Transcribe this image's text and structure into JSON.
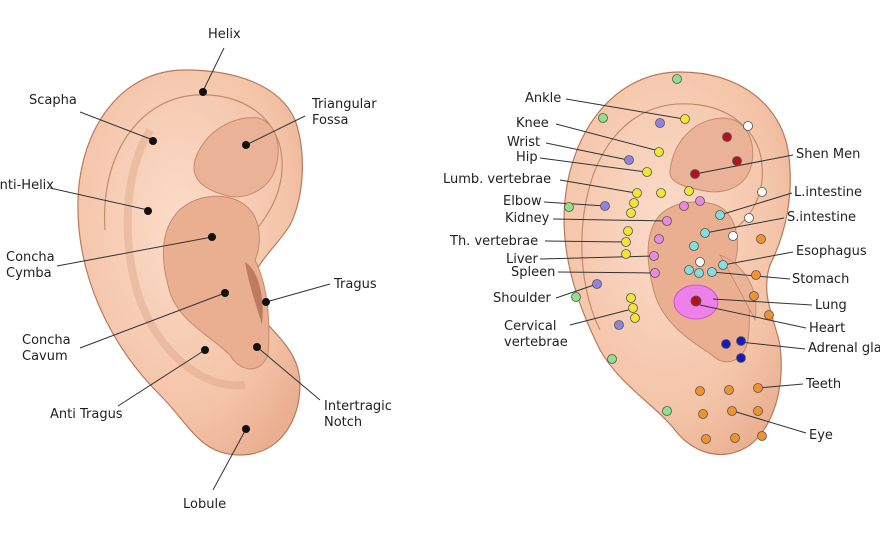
{
  "anatomy": {
    "helix": "Helix",
    "scapha": "Scapha",
    "triangular_fossa": [
      "Triangular",
      "Fossa"
    ],
    "anti_helix": "Anti-Helix",
    "concha_cymba": [
      "Concha",
      "Cymba"
    ],
    "tragus": "Tragus",
    "concha_cavum": [
      "Concha",
      "Cavum"
    ],
    "anti_tragus": "Anti Tragus",
    "intertragic_notch": [
      "Intertragic",
      "Notch"
    ],
    "lobule": "Lobule"
  },
  "points": {
    "left": [
      "Ankle",
      "Knee",
      "Wrist",
      "Hip",
      "Lumb. vertebrae",
      "Elbow",
      "Kidney",
      "Th. vertebrae",
      "Liver",
      "Spleen",
      "Shoulder"
    ],
    "cervical": [
      "Cervical",
      "vertebrae"
    ],
    "right": [
      "Shen Men",
      "L.intestine",
      "S.intestine",
      "Esophagus",
      "Stomach",
      "Lung",
      "Heart",
      "Adrenal gland",
      "Teeth",
      "Eye"
    ]
  },
  "colors": {
    "skin": "#f6cdb4",
    "skin_dark": "#e8ab8e",
    "outline": "#a86a4e",
    "yellow": "#f4e533",
    "green": "#8fe08a",
    "purple": "#8d84e0",
    "pink": "#e98ae0",
    "cyan": "#7fe0dc",
    "orange": "#f0932e",
    "red": "#b3121a",
    "blue": "#1a1ab8",
    "white": "#ffffff",
    "heart_zone": "#ee80ea"
  }
}
